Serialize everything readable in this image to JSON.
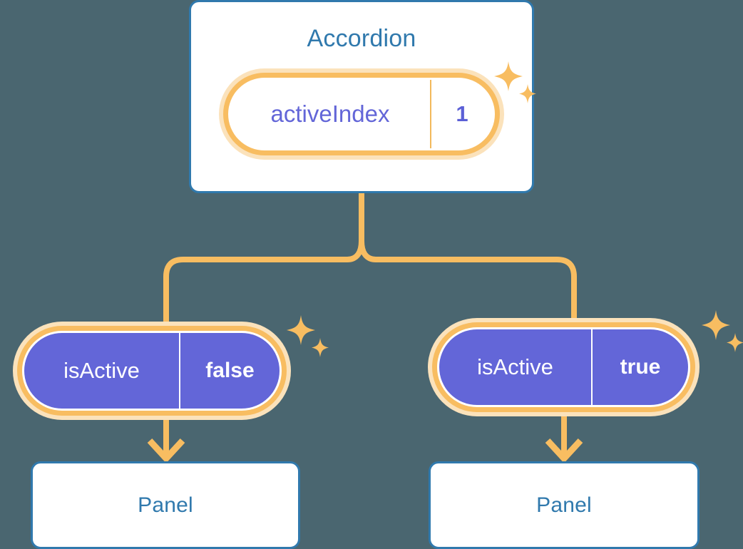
{
  "theme": {
    "background": "#4a6670",
    "card_border": "#3079ad",
    "card_fill": "#ffffff",
    "title_text": "#3079ad",
    "accent_orange": "#f8bd61",
    "accent_orange_soft": "#fbe2bb",
    "state_fill": "#6366d8",
    "state_text": "#ffffff",
    "prop_key_text": "#6366d8",
    "prop_value_text": "#5b5fd6"
  },
  "root": {
    "title": "Accordion",
    "prop": {
      "key": "activeIndex",
      "value": "1"
    },
    "sparkle_icon": "sparkle-icon"
  },
  "children": [
    {
      "state": {
        "key": "isActive",
        "value": "false"
      },
      "panel": {
        "title": "Panel"
      },
      "arrow_icon": "arrow-down-icon",
      "sparkle_icon": "sparkle-icon"
    },
    {
      "state": {
        "key": "isActive",
        "value": "true"
      },
      "panel": {
        "title": "Panel"
      },
      "arrow_icon": "arrow-down-icon",
      "sparkle_icon": "sparkle-icon"
    }
  ]
}
